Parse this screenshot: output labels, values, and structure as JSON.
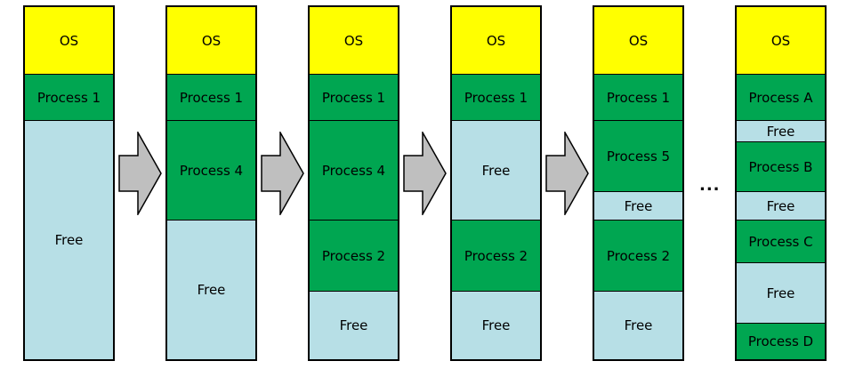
{
  "columns": [
    {
      "segments": [
        {
          "label": "OS",
          "kind": "os"
        },
        {
          "label": "Process 1",
          "kind": "process"
        },
        {
          "label": "Free",
          "kind": "free"
        }
      ]
    },
    {
      "segments": [
        {
          "label": "OS",
          "kind": "os"
        },
        {
          "label": "Process 1",
          "kind": "process"
        },
        {
          "label": "Process 4",
          "kind": "process"
        },
        {
          "label": "Free",
          "kind": "free"
        }
      ]
    },
    {
      "segments": [
        {
          "label": "OS",
          "kind": "os"
        },
        {
          "label": "Process 1",
          "kind": "process"
        },
        {
          "label": "Process 4",
          "kind": "process"
        },
        {
          "label": "Process 2",
          "kind": "process"
        },
        {
          "label": "Free",
          "kind": "free"
        }
      ]
    },
    {
      "segments": [
        {
          "label": "OS",
          "kind": "os"
        },
        {
          "label": "Process 1",
          "kind": "process"
        },
        {
          "label": "Free",
          "kind": "free"
        },
        {
          "label": "Process 2",
          "kind": "process"
        },
        {
          "label": "Free",
          "kind": "free"
        }
      ]
    },
    {
      "segments": [
        {
          "label": "OS",
          "kind": "os"
        },
        {
          "label": "Process 1",
          "kind": "process"
        },
        {
          "label": "Process 5",
          "kind": "process"
        },
        {
          "label": "Free",
          "kind": "free"
        },
        {
          "label": "Process 2",
          "kind": "process"
        },
        {
          "label": "Free",
          "kind": "free"
        }
      ]
    },
    {
      "segments": [
        {
          "label": "OS",
          "kind": "os"
        },
        {
          "label": "Process A",
          "kind": "process"
        },
        {
          "label": "Free",
          "kind": "free"
        },
        {
          "label": "Process B",
          "kind": "process"
        },
        {
          "label": "Free",
          "kind": "free"
        },
        {
          "label": "Process C",
          "kind": "process"
        },
        {
          "label": "Free",
          "kind": "free"
        },
        {
          "label": "Process D",
          "kind": "process"
        }
      ]
    }
  ],
  "ellipsis": "...",
  "colors": {
    "os": "#ffff00",
    "process": "#00a651",
    "free": "#b7dfe6",
    "arrow": "#bfbfbf"
  }
}
